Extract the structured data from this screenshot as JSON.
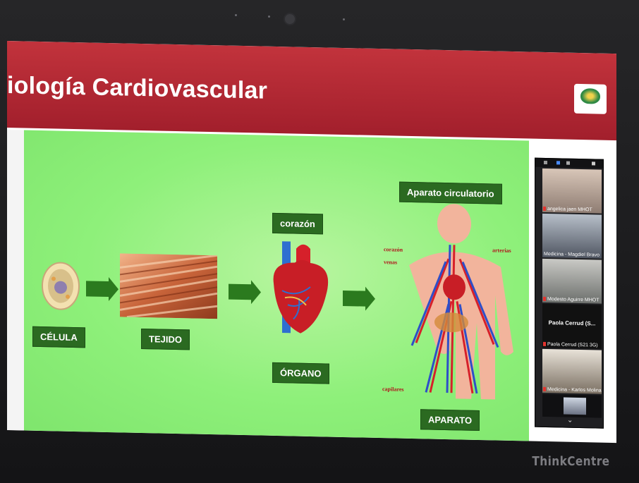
{
  "slide": {
    "title": "iología Cardiovascular",
    "labels": {
      "celula": "CÉLULA",
      "tejido": "TEJIDO",
      "corazon": "corazón",
      "organo": "ÓRGANO",
      "aparato_circulatorio": "Aparato circulatorio",
      "aparato": "APARATO"
    },
    "body_annotations": {
      "corazon": "corazón",
      "venas": "venas",
      "arterias": "arterias",
      "capilares": "capilares"
    },
    "colors": {
      "title_bar": "#b02530",
      "background": "#8ef07a",
      "label_bg": "#2b6a21"
    }
  },
  "participants": [
    {
      "name": "angelica jaen MHOT"
    },
    {
      "name": "Medicina - Magdiel Bravo"
    },
    {
      "name": "Modesto Aguirre MHOT"
    },
    {
      "name": "Paola Cerrud (S21 3G)",
      "display": "Paola Cerrud (S..."
    },
    {
      "name": "Medicina - Karlos Molina"
    }
  ],
  "device": {
    "brand": "ThinkCentre"
  }
}
